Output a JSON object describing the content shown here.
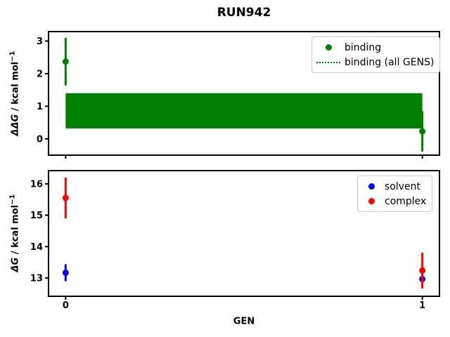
{
  "title": "RUN942",
  "xlabel": "GEN",
  "colors": {
    "binding": "#008000",
    "solvent": "#0000ff",
    "complex": "#ff0000",
    "axis": "#000000",
    "legend_border": "#cccccc",
    "background": "#ffffff"
  },
  "chart_data": [
    {
      "type": "scatter",
      "ylabel_math": "ΔΔG",
      "ylabel_rest": " / kcal mol",
      "ylabel_sup": "−1",
      "x": [
        0,
        1
      ],
      "xlim": [
        -0.048,
        1.048
      ],
      "ylim": [
        -0.5,
        3.29
      ],
      "yticks": [
        0,
        1,
        2,
        3
      ],
      "xticks": [
        0,
        1
      ],
      "xticklabels_visible": false,
      "grid": false,
      "band": {
        "label": "binding (all GENS)",
        "color": "#008000",
        "x_from": 0,
        "x_to": 1,
        "y_low": 0.32,
        "y_high": 1.4
      },
      "series": [
        {
          "name": "binding",
          "color": "#008000",
          "y": [
            2.37,
            0.23
          ],
          "yerr": [
            0.73,
            0.62
          ]
        }
      ],
      "legend": {
        "position": "upper right",
        "entries": [
          {
            "label": "binding",
            "marker": "circle",
            "color": "#008000"
          },
          {
            "label": "binding (all GENS)",
            "marker": "dotted-line",
            "color": "#008000"
          }
        ]
      }
    },
    {
      "type": "scatter",
      "ylabel_math": "ΔG",
      "ylabel_rest": " / kcal mol",
      "ylabel_sup": "−1",
      "x": [
        0,
        1
      ],
      "xlim": [
        -0.048,
        1.048
      ],
      "ylim": [
        12.42,
        16.42
      ],
      "yticks": [
        13,
        14,
        15,
        16
      ],
      "xticks": [
        0,
        1
      ],
      "xticklabels_visible": true,
      "grid": false,
      "series": [
        {
          "name": "solvent",
          "color": "#0000ff",
          "y": [
            13.17,
            12.97
          ],
          "yerr": [
            0.27,
            0.15
          ]
        },
        {
          "name": "complex",
          "color": "#ff0000",
          "y": [
            15.55,
            13.24
          ],
          "yerr": [
            0.65,
            0.57
          ]
        }
      ],
      "legend": {
        "position": "upper right",
        "entries": [
          {
            "label": "solvent",
            "marker": "circle",
            "color": "#0000ff"
          },
          {
            "label": "complex",
            "marker": "circle",
            "color": "#ff0000"
          }
        ]
      }
    }
  ]
}
